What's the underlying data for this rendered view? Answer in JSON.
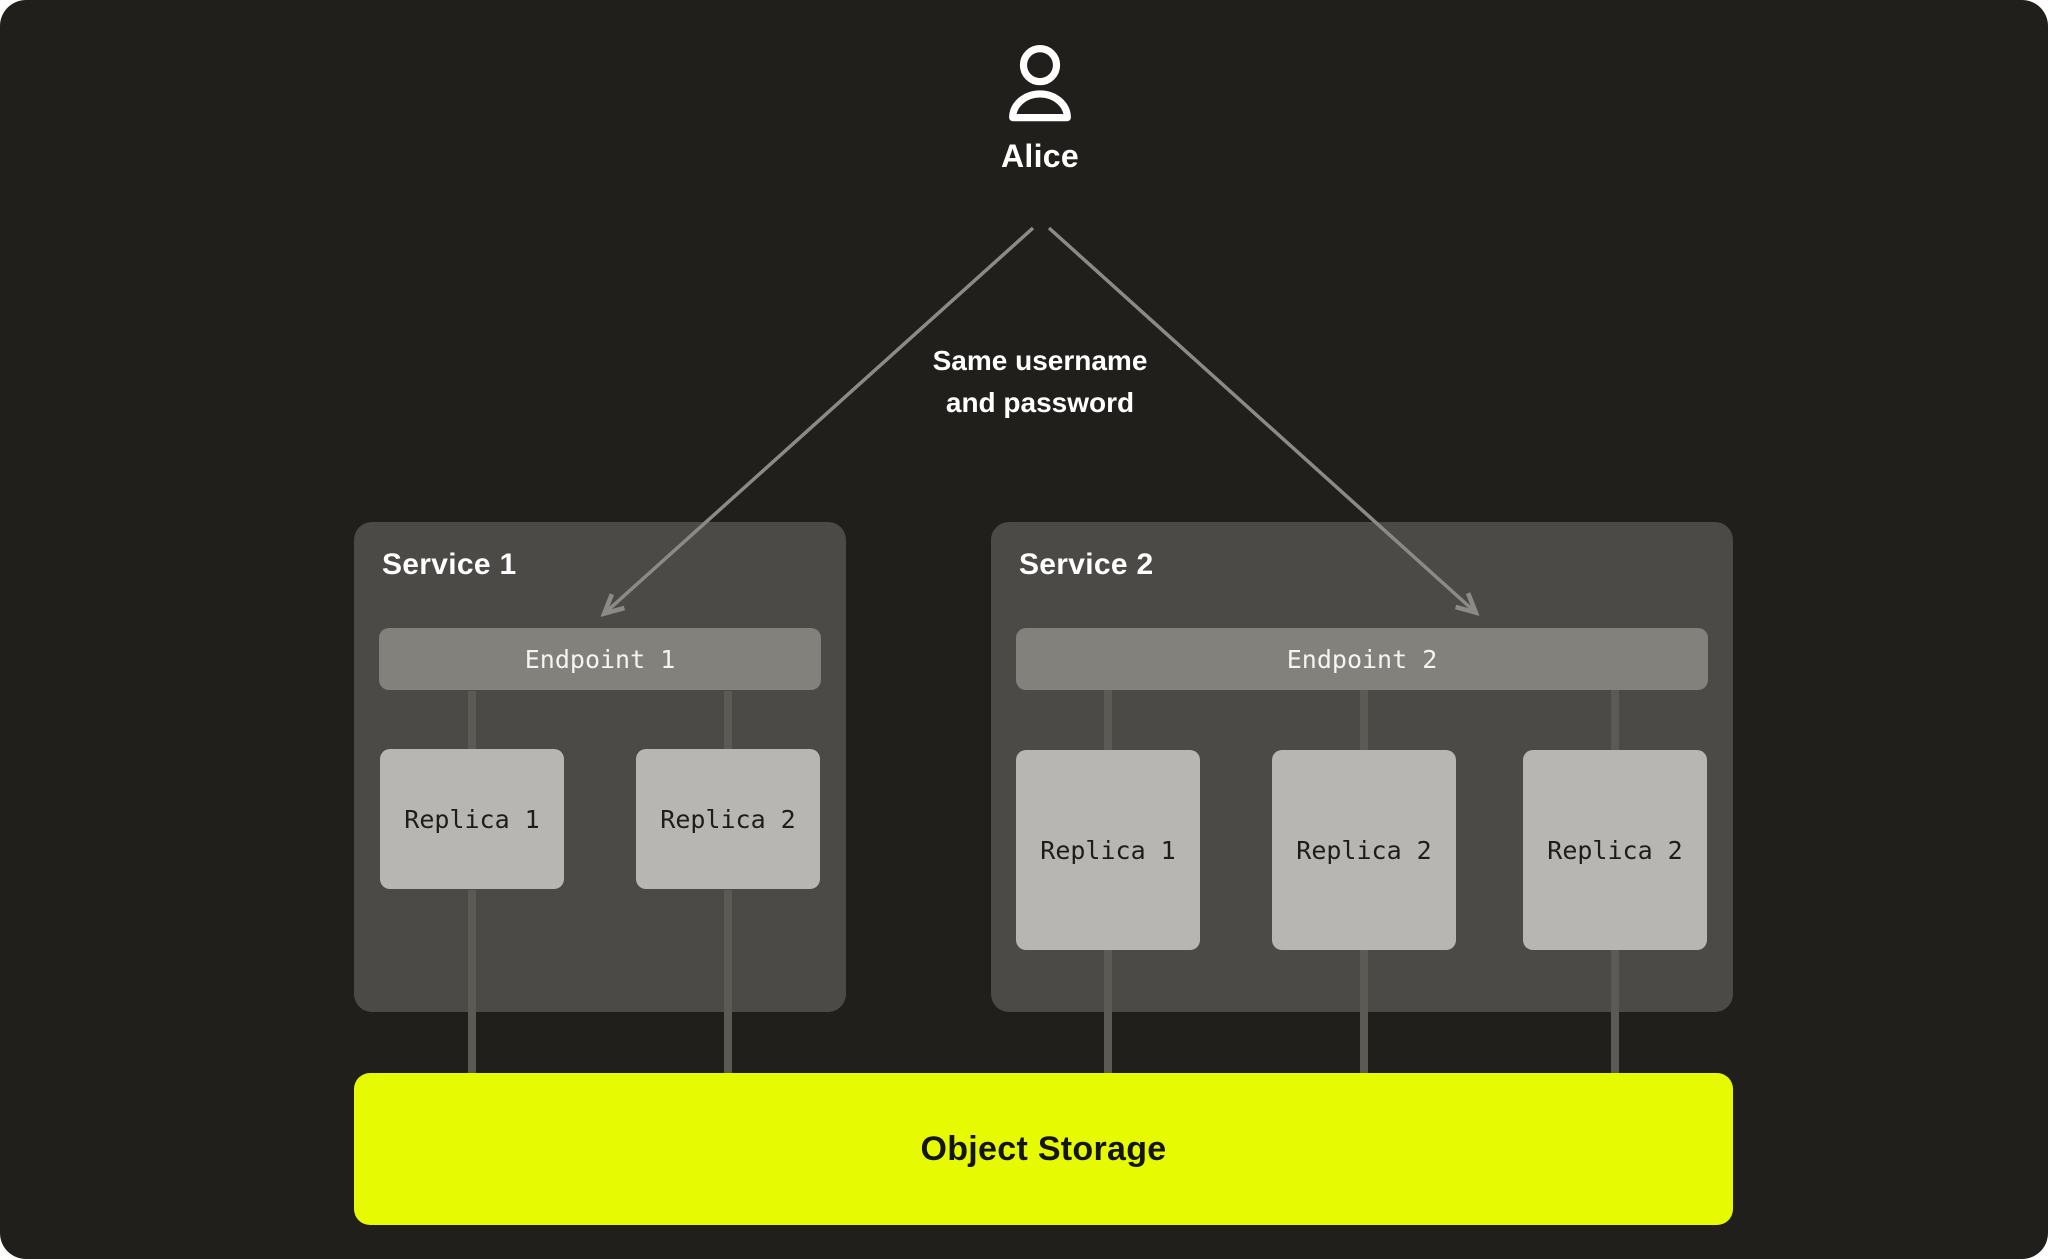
{
  "user": {
    "name": "Alice"
  },
  "annotation": {
    "line1": "Same username",
    "line2": "and password"
  },
  "services": [
    {
      "title": "Service 1",
      "endpoint": "Endpoint 1",
      "replicas": [
        "Replica 1",
        "Replica 2"
      ]
    },
    {
      "title": "Service 2",
      "endpoint": "Endpoint 2",
      "replicas": [
        "Replica 1",
        "Replica 2",
        "Replica 2"
      ]
    }
  ],
  "storage": {
    "label": "Object Storage"
  },
  "colors": {
    "bg": "#201f1b",
    "service": "#4b4a46",
    "endpoint": "#82817c",
    "replica": "#b7b6b2",
    "accent": "#e6fb01",
    "connector": "#5b5a55",
    "arrow": "#8b8a86",
    "text-light": "#ffffff",
    "text-dark": "#1d1d1a"
  }
}
